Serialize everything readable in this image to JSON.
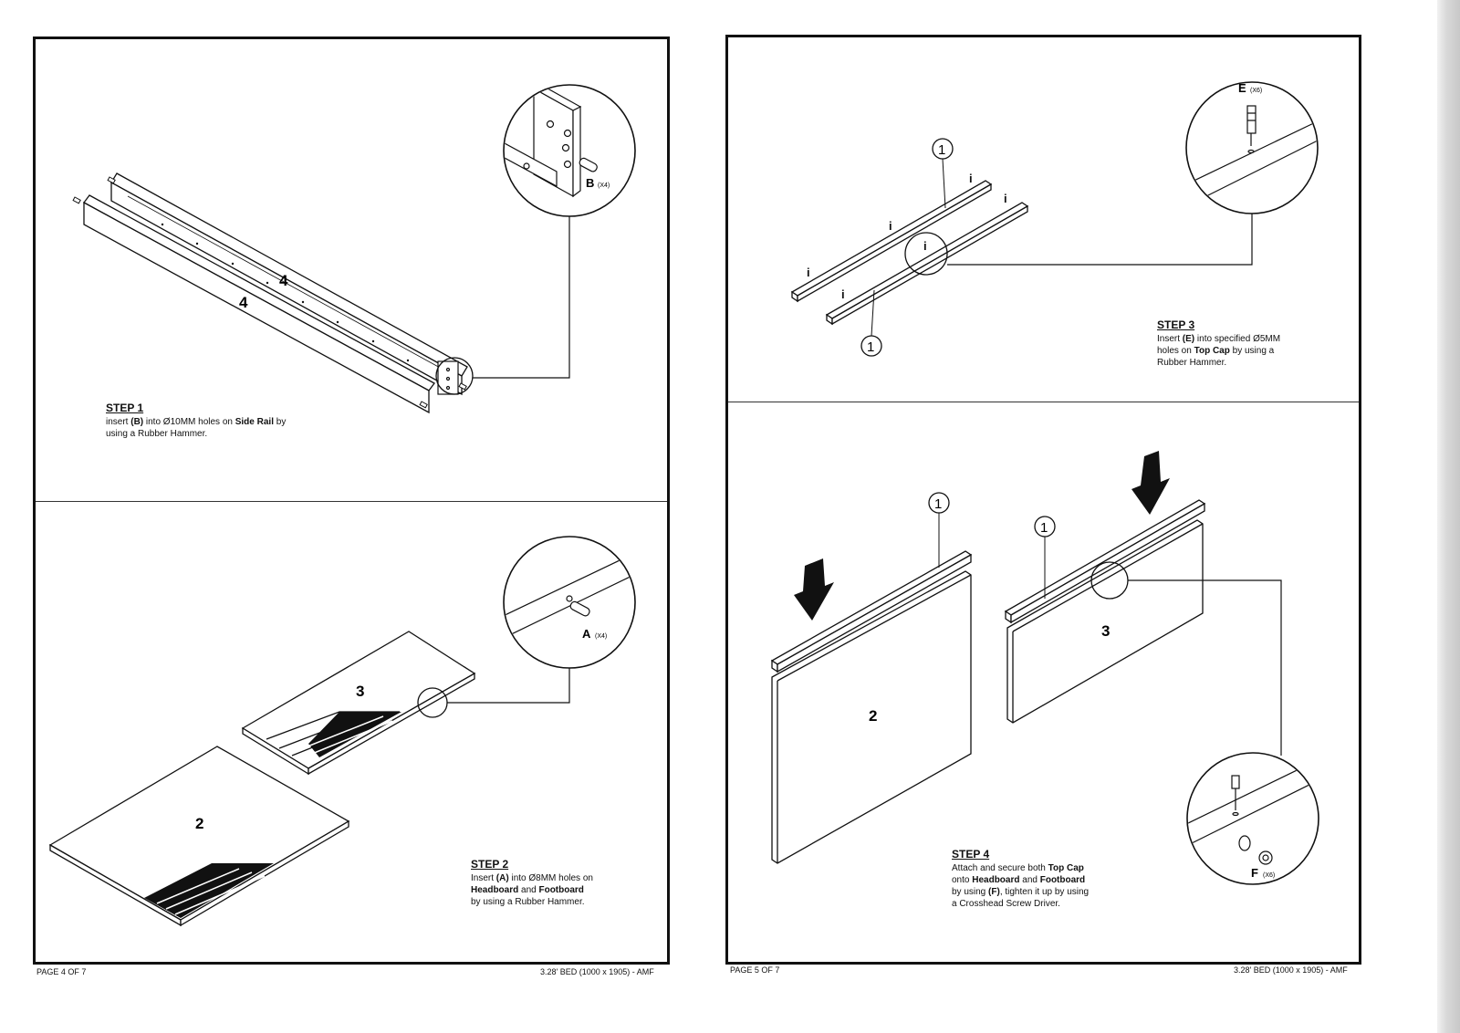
{
  "left_page": {
    "step1": {
      "title": "STEP 1",
      "line1": "insert ",
      "part": "(B)",
      "line1b": " into Ø10MM holes on ",
      "target": "Side Rail",
      "line2": " by using a Rubber Hammer."
    },
    "step1_part_label": "B",
    "step1_part_qty": "(X4)",
    "step1_side_rail_labels": [
      "4",
      "4"
    ],
    "step2": {
      "title": "STEP 2",
      "line1": "Insert ",
      "part": "(A)",
      "line1b": " into Ø8MM holes on",
      "target1": "Headboard",
      "and": " and ",
      "target2": "Footboard",
      "line3": "by using a Rubber Hammer."
    },
    "step2_part_label": "A",
    "step2_part_qty": "(X4)",
    "step2_panel_labels": [
      "3",
      "2"
    ],
    "footer_left": "PAGE 4 OF 7",
    "footer_right": "3.28' BED (1000 x 1905) - AMF"
  },
  "right_page": {
    "step3": {
      "title": "STEP 3",
      "line1": "Insert ",
      "part": "(E)",
      "line1b": " into specified Ø5MM",
      "line2": "holes on ",
      "target": "Top Cap",
      "line2b": " by using a",
      "line3": "Rubber Hammer."
    },
    "step3_part_label": "E",
    "step3_part_qty": "(X6)",
    "step3_callouts": [
      "1",
      "1"
    ],
    "step3_hole_marker": "i",
    "step4": {
      "title": "STEP 4",
      "line1": "Attach and secure both ",
      "target1": "Top Cap",
      "line2": "onto ",
      "target2": "Headboard",
      "and": " and ",
      "target3": "Footboard",
      "line3": "by using ",
      "part": "(F)",
      "line3b": ", tighten it up by using",
      "line4": "a Crosshead Screw Driver."
    },
    "step4_part_label": "F",
    "step4_part_qty": "(X6)",
    "step4_callouts": [
      "1",
      "1"
    ],
    "step4_panel_labels": [
      "2",
      "3"
    ],
    "footer_left": "PAGE 5 OF 7",
    "footer_right": "3.28' BED (1000 x 1905) - AMF"
  }
}
